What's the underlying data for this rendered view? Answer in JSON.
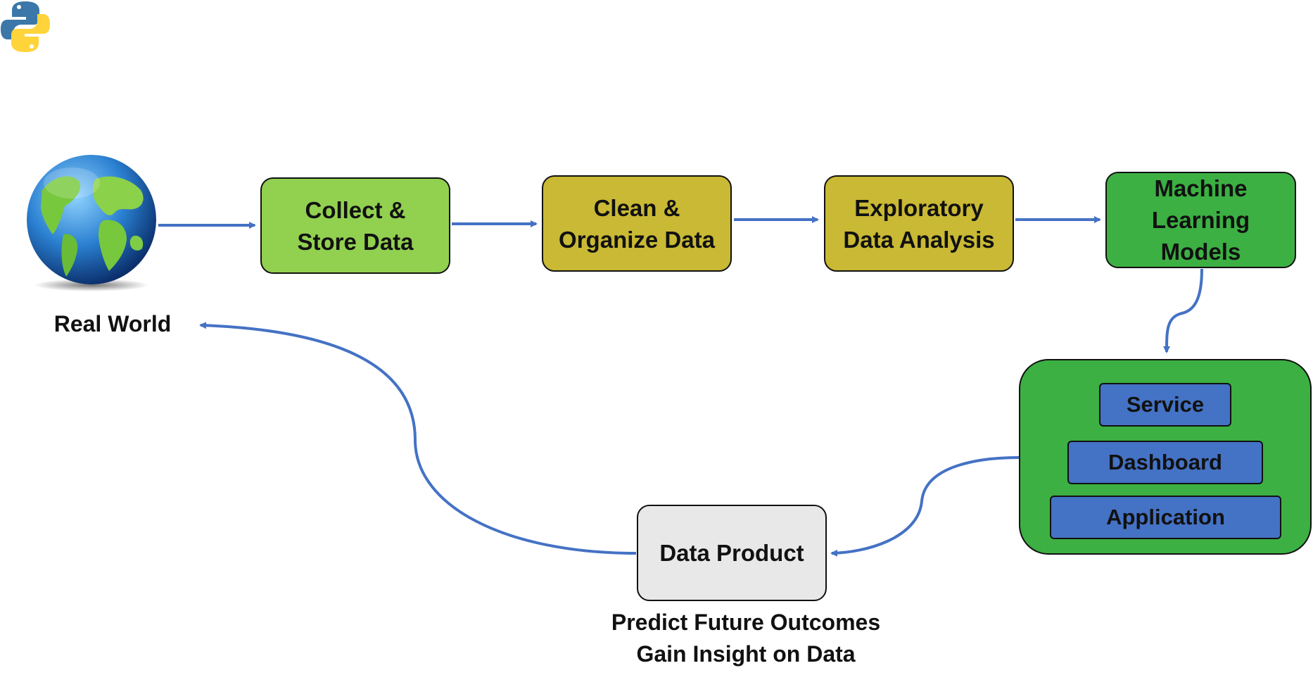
{
  "colors": {
    "arrow": "#4472c4",
    "light_green": "#92d050",
    "olive": "#c9b934",
    "green": "#3cb043",
    "blue": "#4472c4",
    "gray": "#e8e8e8",
    "border": "#111111"
  },
  "icons": {
    "logo": "python-logo-icon",
    "globe": "globe-icon"
  },
  "nodes": {
    "real_world": "Real World",
    "collect": "Collect &\nStore Data",
    "clean": "Clean &\nOrganize Data",
    "eda": "Exploratory\nData Analysis",
    "ml": "Machine\nLearning\nModels",
    "service": "Service",
    "dashboard": "Dashboard",
    "application": "Application",
    "data_product": "Data Product",
    "outcomes": "Predict Future Outcomes\nGain Insight on Data"
  }
}
